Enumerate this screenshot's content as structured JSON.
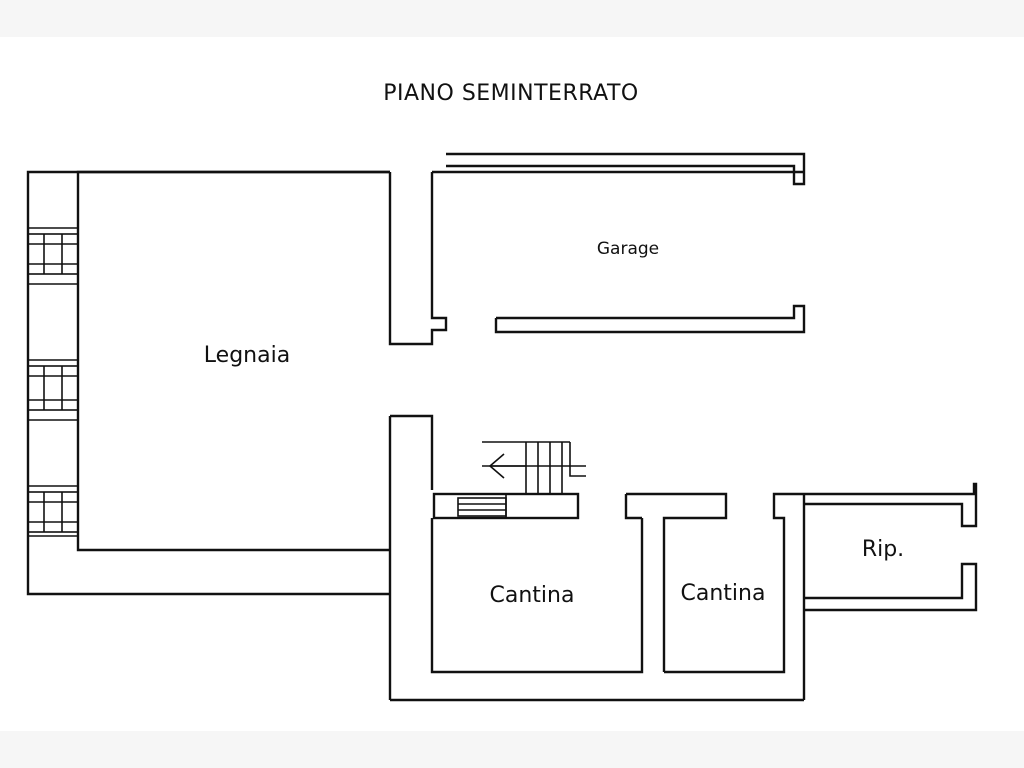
{
  "title": "PIANO SEMINTERRATO",
  "rooms": {
    "garage": "Garage",
    "legnaia": "Legnaia",
    "cantina_1": "Cantina",
    "cantina_2": "Cantina",
    "ripostiglio": "Rip."
  },
  "colors": {
    "line": "#111111",
    "paper": "#ffffff",
    "margin": "#f6f6f6"
  },
  "icons": {
    "stair_arrow": "arrow-left-icon"
  }
}
